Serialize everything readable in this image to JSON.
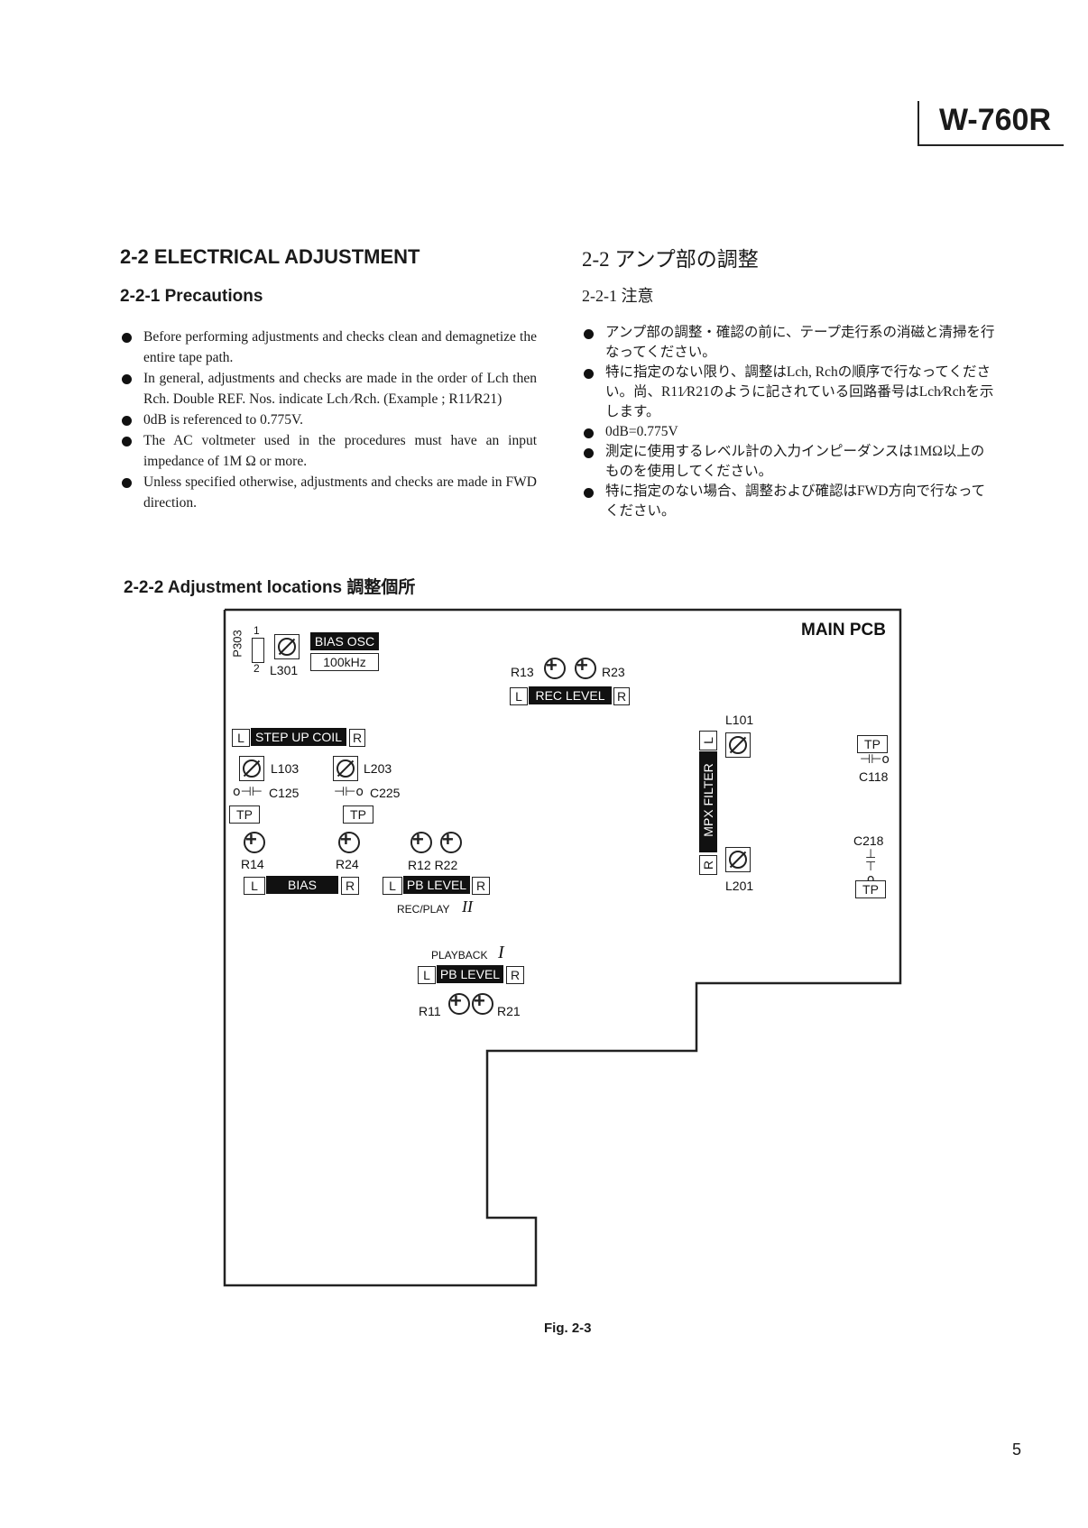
{
  "header": {
    "model": "W-760R"
  },
  "english": {
    "section_title": "2-2 ELECTRICAL ADJUSTMENT",
    "subsection_title": "2-2-1 Precautions",
    "bullets": [
      "Before performing adjustments and checks clean and demagnetize the entire tape path.",
      "In general, adjustments and checks are made in the order of Lch then Rch. Double REF. Nos. indicate Lch ⁄Rch. (Example ; R11⁄R21)",
      "0dB is referenced to 0.775V.",
      "The AC voltmeter used in the procedures must have an input impedance of 1M Ω or more.",
      "Unless specified otherwise, adjustments and checks are made in FWD direction."
    ]
  },
  "japanese": {
    "section_title": "2-2 アンプ部の調整",
    "subsection_title": "2-2-1 注意",
    "bullets": [
      "アンプ部の調整・確認の前に、テープ走行系の消磁と清掃を行なってください。",
      "特に指定のない限り、調整はLch, Rchの順序で行なってください。尚、R11⁄R21のように記されている回路番号はLch⁄Rchを示します。",
      "0dB=0.775V",
      "測定に使用するレベル計の入力インピーダンスは1MΩ以上のものを使用してください。",
      "特に指定のない場合、調整および確認はFWD方向で行なってください。"
    ]
  },
  "adjust_title": "2-2-2 Adjustment locations 調整個所",
  "pcb": {
    "board_label": "MAIN PCB",
    "p303": "P303",
    "pin1": "1",
    "pin2": "2",
    "bias_osc": "BIAS OSC",
    "freq": "100kHz",
    "l301": "L301",
    "r13": "R13",
    "r23": "R23",
    "rec_level": "REC LEVEL",
    "L": "L",
    "R": "R",
    "step_up_coil": "STEP UP COIL",
    "l103": "L103",
    "l203": "L203",
    "c125": "C125",
    "c225": "C225",
    "tp": "TP",
    "r14": "R14",
    "r24": "R24",
    "bias": "BIAS",
    "r12_r22": "R12 R22",
    "pb_level": "PB LEVEL",
    "rec_play": "REC/PLAY",
    "roman_two": "II",
    "playback": "PLAYBACK",
    "roman_one": "I",
    "r11": "R11",
    "r21": "R21",
    "l101": "L101",
    "l201": "L201",
    "mpx_filter": "MPX FILTER",
    "c118": "C118",
    "c218": "C218"
  },
  "figure_caption": "Fig. 2-3",
  "page_number": "5"
}
